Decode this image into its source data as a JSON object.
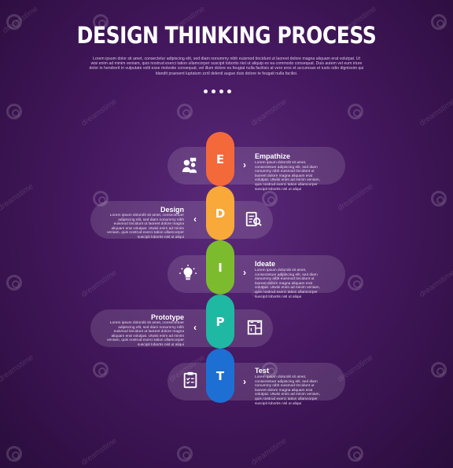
{
  "title": "DESIGN THINKING PROCESS",
  "subtitle": "Lorem ipsum dolor sit amet, consectetur adipiscing elit, sed diam nonummy nibh euismod tincidunt ut laoreet dolore magna aliquam erat volutpat. Ut wisi enim ad minim veniam, quis nostrud exerci tation ullamcorper suscipit lobortis nisl ut aliquip ex ea commodo consequat. Duis autem vel eum iriure dolor in hendrerit in vulputate velit esse molestie consequat, vel illum dolore eu feugiat nulla facilisis at vero eros et accumsan et iusto odio dignissim qui blandit praesent luptatum zzril delenit augue duis dolore te feugait nulla facilisi.",
  "watermark": "dreamstime",
  "steps": [
    {
      "letter": "E",
      "title": "Empathize",
      "color": "#f4693a",
      "icon": "people-chat-icon",
      "desc": "Lorem ipsum dolorolit sit amet, consectetuer adipiscing elit, sed diam nonummy nibh euismod tincidunt ut laoreet dolore magna aliquam erat volutpat. Utwisi enim ad minim veniam, quis nostrud exerci tation ullamcorper suscipit lobortis nisl ut aliqui"
    },
    {
      "letter": "D",
      "title": "Design",
      "color": "#f9a83a",
      "icon": "clipboard-search-icon",
      "desc": "Lorem ipsum dolorolit sit amet, consectetuer adipiscing elit, sed diam nonummy nibh euismod tincidunt ut laoreet dolore magna aliquam erat volutpat. Utwisi enim ad minim veniam, quis nostrud exerci tation ullamcorper suscipit lobortis nisl ut aliqui"
    },
    {
      "letter": "I",
      "title": "Ideate",
      "color": "#7dbb2e",
      "icon": "lightbulb-icon",
      "desc": "Lorem ipsum dolorolit sit amet, consectetuer adipiscing elit, sed diam nonummy nibh euismod tincidunt ut laoreet dolore magna aliquam erat volutpat. Utwisi enim ad minim veniam, quis nostrud exerci tation ullamcorper suscipit lobortis nisl ut aliqui"
    },
    {
      "letter": "P",
      "title": "Prototype",
      "color": "#1fb8a3",
      "icon": "blueprint-icon",
      "desc": "Lorem ipsum dolorolit sit amet, consectetuer adipiscing elit, sed diam nonummy nibh euismod tincidunt ut laoreet dolore magna aliquam erat volutpat. Utwisi enim ad minim veniam, quis nostrud exerci tation ullamcorper suscipit lobortis nisl ut aliqui"
    },
    {
      "letter": "T",
      "title": "Test",
      "color": "#1e6fd4",
      "icon": "checklist-icon",
      "desc": "Lorem ipsum dolorolit sit amet, consectetuer adipiscing elit, sed diam nonummy nibh euismod tincidunt ut laoreet dolore magna aliquam erat volutpat. Utwisi enim ad minim veniam, quis nostrud exerci tation ullamcorper suscipit lobortis nisl ut aliqui"
    }
  ]
}
